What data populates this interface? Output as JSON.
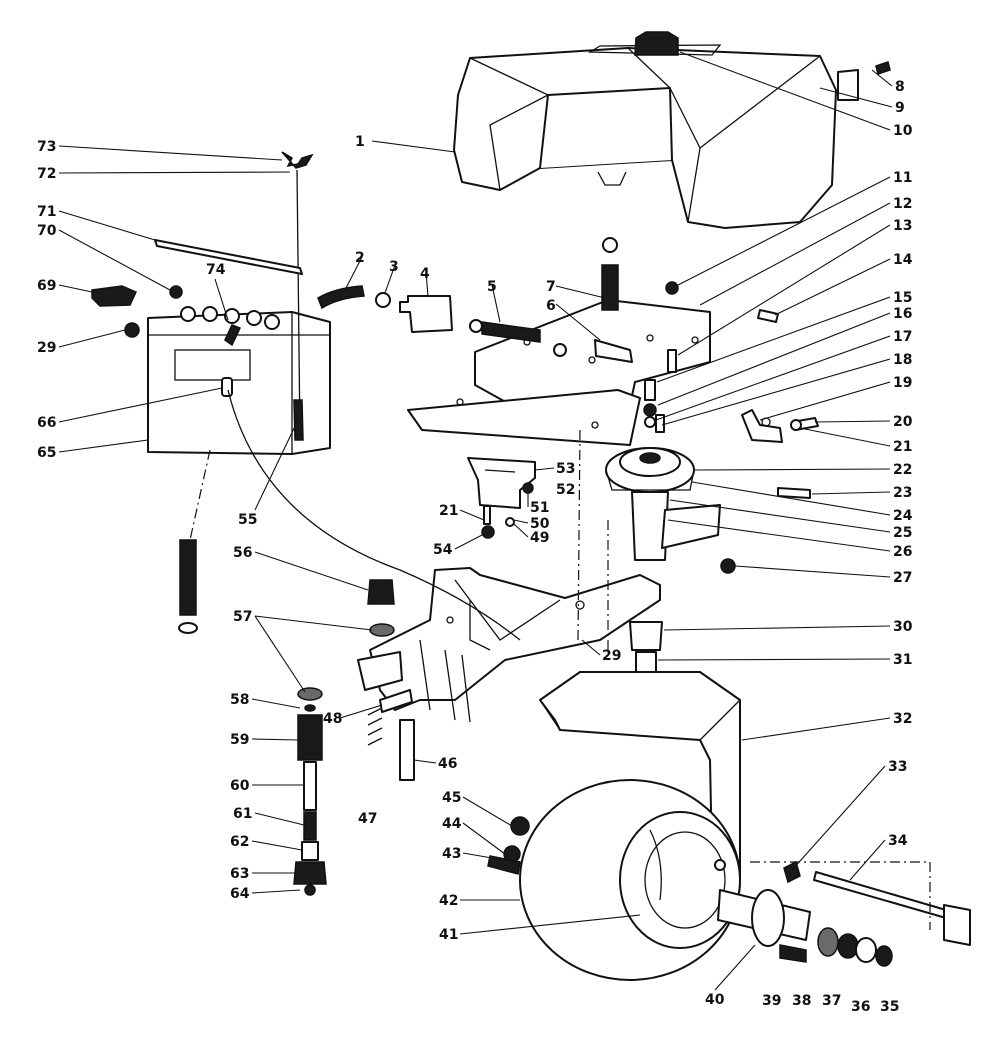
{
  "diagram": {
    "parts": [
      {
        "id": "1",
        "label": "1"
      },
      {
        "id": "2",
        "label": "2"
      },
      {
        "id": "3",
        "label": "3"
      },
      {
        "id": "4",
        "label": "4"
      },
      {
        "id": "5",
        "label": "5"
      },
      {
        "id": "6",
        "label": "6"
      },
      {
        "id": "7",
        "label": "7"
      },
      {
        "id": "8",
        "label": "8"
      },
      {
        "id": "9",
        "label": "9"
      },
      {
        "id": "10",
        "label": "10"
      },
      {
        "id": "11",
        "label": "11"
      },
      {
        "id": "12",
        "label": "12"
      },
      {
        "id": "13",
        "label": "13"
      },
      {
        "id": "14",
        "label": "14"
      },
      {
        "id": "15",
        "label": "15"
      },
      {
        "id": "16",
        "label": "16"
      },
      {
        "id": "17",
        "label": "17"
      },
      {
        "id": "18",
        "label": "18"
      },
      {
        "id": "19",
        "label": "19"
      },
      {
        "id": "20",
        "label": "20"
      },
      {
        "id": "21",
        "label": "21"
      },
      {
        "id": "21b",
        "label": "21"
      },
      {
        "id": "22",
        "label": "22"
      },
      {
        "id": "23",
        "label": "23"
      },
      {
        "id": "24",
        "label": "24"
      },
      {
        "id": "25",
        "label": "25"
      },
      {
        "id": "26",
        "label": "26"
      },
      {
        "id": "27",
        "label": "27"
      },
      {
        "id": "29",
        "label": "29"
      },
      {
        "id": "29b",
        "label": "29"
      },
      {
        "id": "30",
        "label": "30"
      },
      {
        "id": "31",
        "label": "31"
      },
      {
        "id": "32",
        "label": "32"
      },
      {
        "id": "33",
        "label": "33"
      },
      {
        "id": "34",
        "label": "34"
      },
      {
        "id": "35",
        "label": "35"
      },
      {
        "id": "36",
        "label": "36"
      },
      {
        "id": "37",
        "label": "37"
      },
      {
        "id": "38",
        "label": "38"
      },
      {
        "id": "39",
        "label": "39"
      },
      {
        "id": "40",
        "label": "40"
      },
      {
        "id": "41",
        "label": "41"
      },
      {
        "id": "42",
        "label": "42"
      },
      {
        "id": "43",
        "label": "43"
      },
      {
        "id": "44",
        "label": "44"
      },
      {
        "id": "45",
        "label": "45"
      },
      {
        "id": "46",
        "label": "46"
      },
      {
        "id": "47",
        "label": "47"
      },
      {
        "id": "48",
        "label": "48"
      },
      {
        "id": "49",
        "label": "49"
      },
      {
        "id": "50",
        "label": "50"
      },
      {
        "id": "51",
        "label": "51"
      },
      {
        "id": "52",
        "label": "52"
      },
      {
        "id": "53",
        "label": "53"
      },
      {
        "id": "54",
        "label": "54"
      },
      {
        "id": "55",
        "label": "55"
      },
      {
        "id": "56",
        "label": "56"
      },
      {
        "id": "57",
        "label": "57"
      },
      {
        "id": "58",
        "label": "58"
      },
      {
        "id": "59",
        "label": "59"
      },
      {
        "id": "60",
        "label": "60"
      },
      {
        "id": "61",
        "label": "61"
      },
      {
        "id": "62",
        "label": "62"
      },
      {
        "id": "63",
        "label": "63"
      },
      {
        "id": "64",
        "label": "64"
      },
      {
        "id": "65",
        "label": "65"
      },
      {
        "id": "66",
        "label": "66"
      },
      {
        "id": "69",
        "label": "69"
      },
      {
        "id": "70",
        "label": "70"
      },
      {
        "id": "71",
        "label": "71"
      },
      {
        "id": "72",
        "label": "72"
      },
      {
        "id": "73",
        "label": "73"
      },
      {
        "id": "74",
        "label": "74"
      }
    ]
  }
}
